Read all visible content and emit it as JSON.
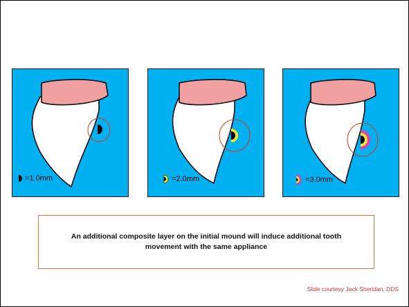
{
  "colors": {
    "background": "#00b0f0",
    "gum": "#f0a0a0",
    "tooth": "#ffffff",
    "composite_core": "#000000",
    "layer_2mm": "#f5e62a",
    "layer_3mm": "#e040b0",
    "highlight_circle": "#d04020",
    "credit_text": "#e03030"
  },
  "panels": [
    {
      "legend": "=1.0mm",
      "layers": 1
    },
    {
      "legend": "=2.0mm",
      "layers": 2
    },
    {
      "legend": "=3.0mm",
      "layers": 3
    }
  ],
  "caption": "An additional composite layer on the initial mound will induce additional tooth movement with the same appliance",
  "credit": "Slide courtesy Jack Sheridan, DDS"
}
